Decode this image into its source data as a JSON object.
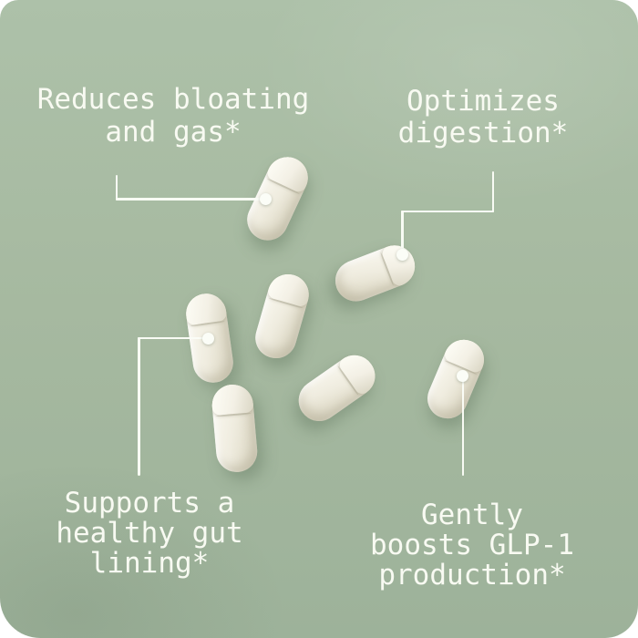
{
  "scene": {
    "capsule_count": 7
  },
  "colors": {
    "canvas": "#ffffff",
    "background_top": "#adc1a9",
    "background_mid": "#a6b9a0",
    "background_bottom": "#9db29a",
    "text": "#f8faf2",
    "line": "#fbfdf7",
    "capsule_light": "#f9f7ee",
    "capsule_mid": "#efecdf",
    "capsule_dark": "#d6d2c0"
  },
  "labels": {
    "top_left": {
      "lines": [
        "Reduces bloating",
        "and gas*"
      ]
    },
    "top_right": {
      "lines": [
        "Optimizes",
        "digestion*"
      ]
    },
    "bottom_left": {
      "lines": [
        "Supports a",
        "healthy gut",
        "lining*"
      ]
    },
    "bottom_right": {
      "lines": [
        "Gently",
        "boosts GLP-1",
        "production*"
      ]
    }
  }
}
